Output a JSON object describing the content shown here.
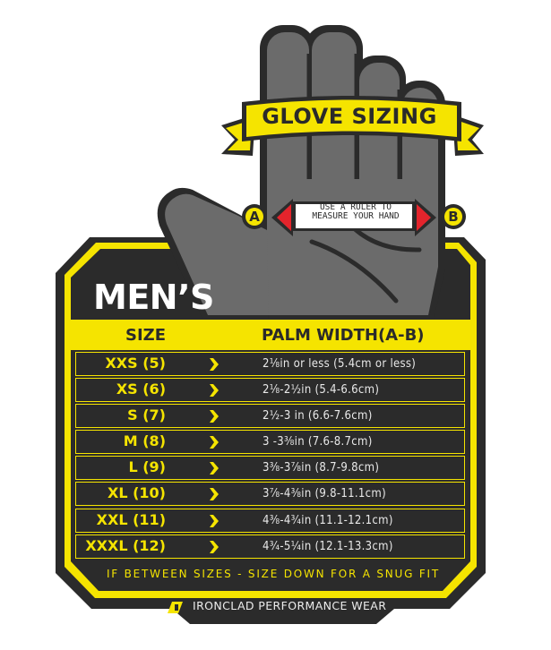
{
  "colors": {
    "yellow": "#f5e400",
    "dark": "#2b2b2b",
    "glove_gray": "#6b6b6b",
    "arrow_red": "#e4242c",
    "white": "#ffffff"
  },
  "banner": {
    "title": "GLOVE SIZING"
  },
  "measure": {
    "point_a": "A",
    "point_b": "B",
    "ruler_line1": "USE A RULER TO",
    "ruler_line2": "MEASURE YOUR HAND"
  },
  "chart": {
    "heading": "MEN’S",
    "columns": {
      "size": "SIZE",
      "palm_width": "PALM WIDTH(A-B)"
    },
    "rows": [
      {
        "size": "XXS (5)",
        "range": "2⅛in or less (5.4cm or less)"
      },
      {
        "size": "XS (6)",
        "range": "2⅛-2½in (5.4-6.6cm)"
      },
      {
        "size": "S (7)",
        "range": "2½-3 in (6.6-7.6cm)"
      },
      {
        "size": "M (8)",
        "range": "3 -3⅜in (7.6-8.7cm)"
      },
      {
        "size": "L (9)",
        "range": "3⅜-3⅞in (8.7-9.8cm)"
      },
      {
        "size": "XL (10)",
        "range": "3⅞-4⅜in (9.8-11.1cm)"
      },
      {
        "size": "XXL (11)",
        "range": "4⅜-4¾in (11.1-12.1cm)"
      },
      {
        "size": "XXXL (12)",
        "range": "4¾-5¼in (12.1-13.3cm)"
      }
    ],
    "tip": "IF BETWEEN SIZES - SIZE DOWN FOR A SNUG FIT"
  },
  "footer": {
    "brand_icon": "ironclad-logo-icon",
    "brand": "IRONCLAD PERFORMANCE WEAR"
  }
}
